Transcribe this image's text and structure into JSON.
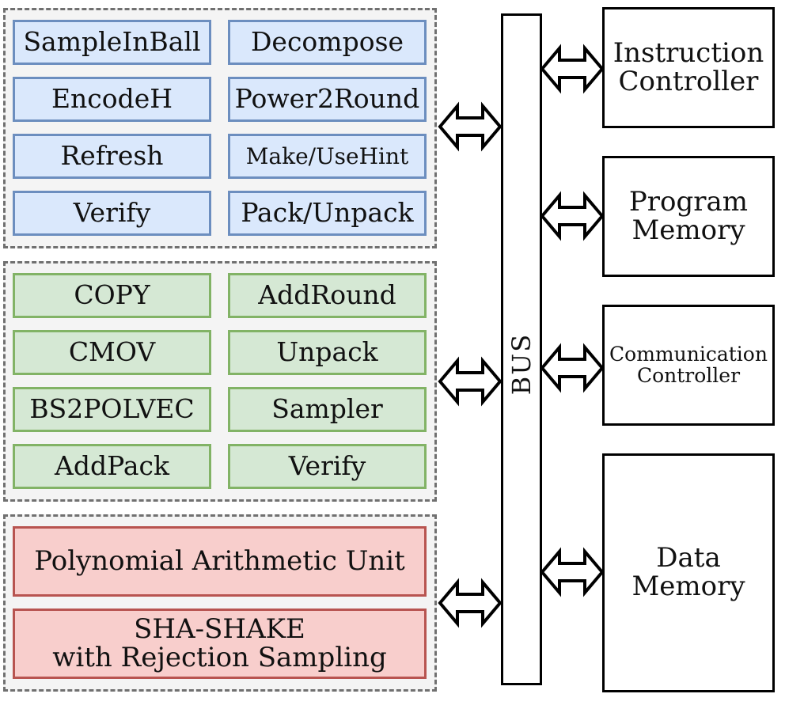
{
  "crypto_group": {
    "items": [
      "SampleInBall",
      "Decompose",
      "EncodeH",
      "Power2Round",
      "Refresh",
      "Make/UseHint",
      "Verify",
      "Pack/Unpack"
    ]
  },
  "instr_group": {
    "items": [
      "COPY",
      "AddRound",
      "CMOV",
      "Unpack",
      "BS2POLVEC",
      "Sampler",
      "AddPack",
      "Verify"
    ]
  },
  "core_group": {
    "polynomial_unit": "Polynomial Arithmetic Unit",
    "sha_shake": "SHA-SHAKE\nwith Rejection Sampling"
  },
  "bus": {
    "label": "BUS"
  },
  "peripherals": {
    "instruction_controller": "Instruction\nController",
    "program_memory": "Program\nMemory",
    "communication_controller": "Communication\nController",
    "data_memory": "Data\nMemory"
  },
  "colors": {
    "blue_fill": "#dae8fc",
    "blue_border": "#6c8ebf",
    "green_fill": "#d5e8d4",
    "green_border": "#82b366",
    "red_fill": "#f8cecc",
    "red_border": "#b85450"
  }
}
